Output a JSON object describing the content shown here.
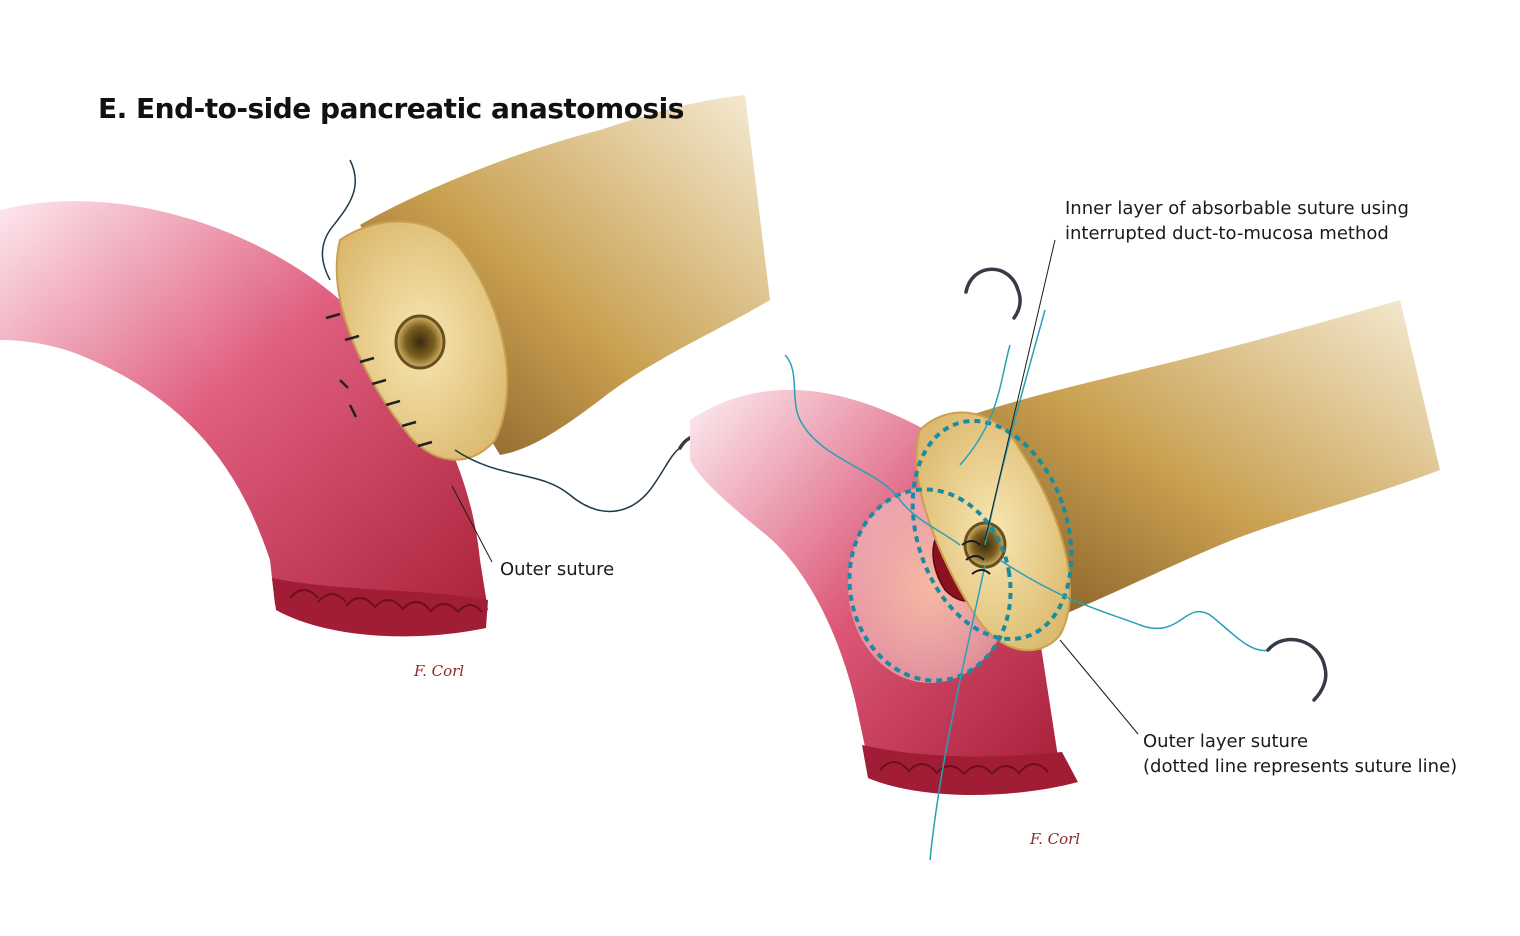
{
  "title": "E. End-to-side pancreatic anastomosis",
  "labels": {
    "outer_suture": "Outer suture",
    "inner_layer_line1": "Inner layer of absorbable suture using",
    "inner_layer_line2": "interrupted duct-to-mucosa method",
    "outer_layer_line1": "Outer layer suture",
    "outer_layer_line2": "(dotted line represents suture line)"
  },
  "signature": "F. Corl",
  "colors": {
    "jejunum": "#c2314d",
    "pancreas": "#b88a3e",
    "pancreas_cut_surface": "#f0d99a",
    "suture_line": "#1a8ca0",
    "needle": "#3a3a46"
  }
}
